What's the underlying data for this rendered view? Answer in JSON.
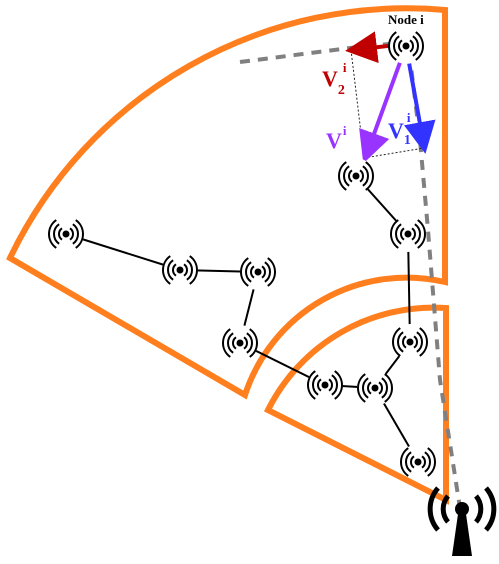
{
  "labels": {
    "node_i": "Node i",
    "v2": "V",
    "v2_sub": "2",
    "v2_sup": "i",
    "v": "V",
    "v_sup": "i",
    "v1": "V",
    "v1_sub": "1",
    "v1_sup": "i"
  },
  "colors": {
    "sector_border": "#ff7f1e",
    "link": "#000000",
    "dashed_path": "#808080",
    "vector_v1": "#3333ff",
    "vector_v2": "#c00000",
    "vector_v": "#9933ff",
    "node_icon": "#000000"
  },
  "icons": {
    "node": "wireless-sensor-icon",
    "base_station": "antenna-tower-icon"
  }
}
